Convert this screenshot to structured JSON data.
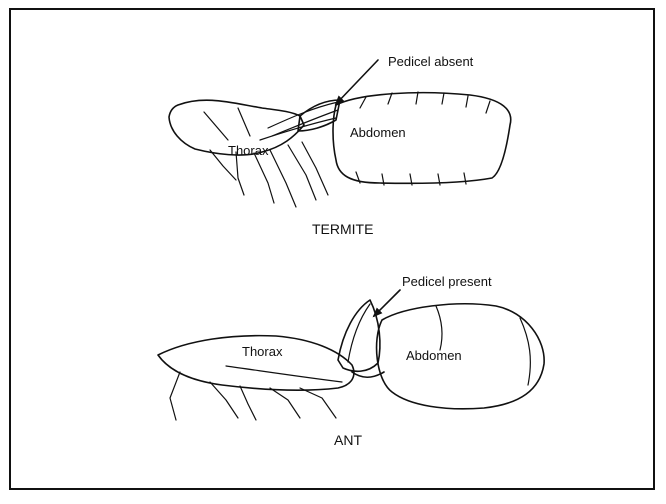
{
  "termite": {
    "pointer_label": "Pedicel absent",
    "thorax_label": "Thorax",
    "abdomen_label": "Abdomen",
    "caption": "TERMITE"
  },
  "ant": {
    "pointer_label": "Pedicel present",
    "thorax_label": "Thorax",
    "abdomen_label": "Abdomen",
    "caption": "ANT"
  }
}
